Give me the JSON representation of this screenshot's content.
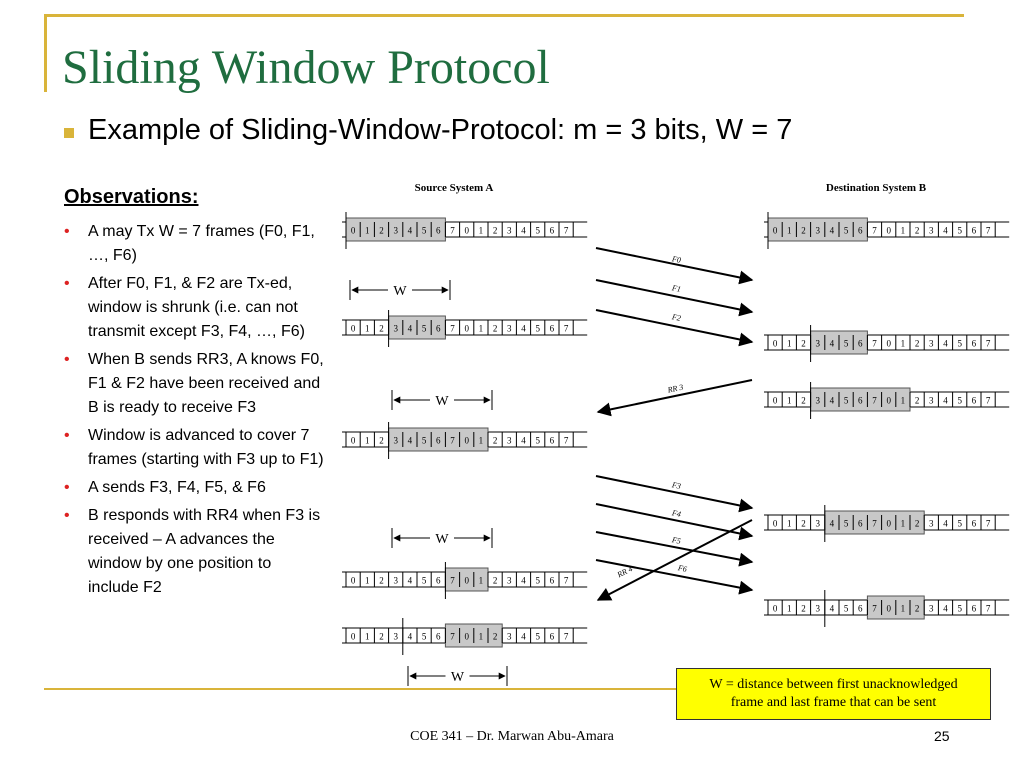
{
  "title": "Sliding Window Protocol",
  "subtitle": "Example of Sliding-Window-Protocol: m = 3 bits, W = 7",
  "observations": {
    "heading": "Observations:",
    "items": [
      "A may Tx W = 7 frames (F0, F1, …, F6)",
      "After F0, F1, & F2 are Tx-ed, window is shrunk (i.e. can not transmit except F3, F4, …, F6)",
      "When B sends RR3, A knows F0, F1 & F2 have been received and B is ready to receive F3",
      "Window is advanced to cover 7 frames (starting with F3 up to F1)",
      "A sends F3, F4, F5, & F6",
      "B responds with RR4 when F3 is received – A advances the window by one position to include F2"
    ]
  },
  "diagram": {
    "source_label": "Source System A",
    "destination_label": "Destination System B",
    "sequence": [
      "0",
      "1",
      "2",
      "3",
      "4",
      "5",
      "6",
      "7",
      "0",
      "1",
      "2",
      "3",
      "4",
      "5",
      "6",
      "7"
    ],
    "window_label": "W",
    "source_rows": [
      {
        "window_start": 0,
        "window_length": 7,
        "marker_before": 0
      },
      {
        "window_start": 3,
        "window_length": 4,
        "marker_before": 3
      },
      {
        "window_start": 3,
        "window_length": 7,
        "marker_before": 3
      },
      {
        "window_start": 7,
        "window_length": 3,
        "marker_before": 7
      },
      {
        "window_start": 7,
        "window_length": 4,
        "marker_before": 4
      }
    ],
    "destination_rows": [
      {
        "window_start": 0,
        "window_length": 7,
        "marker_before": 0
      },
      {
        "window_start": 3,
        "window_length": 4,
        "marker_before": 3
      },
      {
        "window_start": 3,
        "window_length": 7,
        "marker_before": 3
      },
      {
        "window_start": 4,
        "window_length": 7,
        "marker_before": 4
      },
      {
        "window_start": 7,
        "window_length": 4,
        "marker_before": 4
      }
    ],
    "messages": [
      "F0",
      "F1",
      "F2",
      "RR 3",
      "F3",
      "F4",
      "F5",
      "F6",
      "RR 4"
    ],
    "shade_color": "#c8c8c8",
    "window_border_color": "#555555"
  },
  "legend": {
    "line1": "W = distance between first unacknowledged",
    "line2": "frame and last frame that can be sent",
    "background": "#ffff00"
  },
  "footer": {
    "course": "COE 341 – Dr. Marwan Abu-Amara",
    "page": "25"
  },
  "colors": {
    "title": "#1f6d3f",
    "accent": "#d9b43a",
    "bullet_dot": "#dd2222"
  }
}
